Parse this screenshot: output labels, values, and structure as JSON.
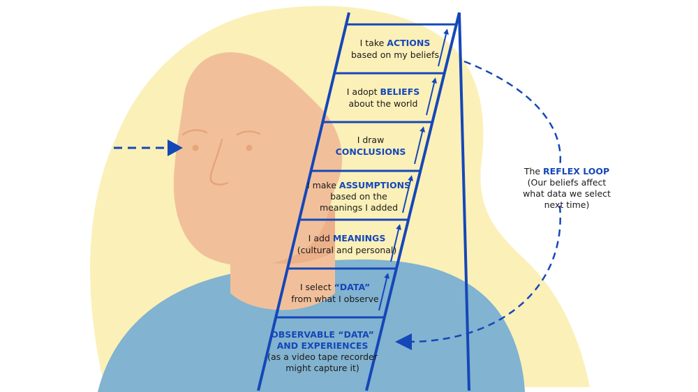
{
  "colors": {
    "hair": "#fbf0b8",
    "skin": "#f1c09b",
    "skin_line": "#e8a47c",
    "shirt": "#82b3d0",
    "ladder": "#1547b8",
    "keyword": "#1547b8",
    "text": "#1a1a1a"
  },
  "steps": [
    {
      "prefix": "I take ",
      "keyword": "ACTIONS",
      "line2": "based on my beliefs",
      "line3": ""
    },
    {
      "prefix": "I adopt ",
      "keyword": "BELIEFS",
      "line2": "about the world",
      "line3": ""
    },
    {
      "prefix": "I draw",
      "keyword": "",
      "line2_keyword": "CONCLUSIONS",
      "line3": ""
    },
    {
      "prefix": "I make ",
      "keyword": "ASSUMPTIONS",
      "line2": "based on the",
      "line3": "meanings I added"
    },
    {
      "prefix": "I add ",
      "keyword": "MEANINGS",
      "line2": "(cultural and personal)",
      "line3": ""
    },
    {
      "prefix": "I select ",
      "keyword": "“DATA”",
      "line2": "from what I observe",
      "line3": ""
    }
  ],
  "observable": {
    "line1": "OBSERVABLE “DATA”",
    "line2": "AND EXPERIENCES",
    "line3": "(as a video tape recorder",
    "line4": "might capture it)"
  },
  "reflex_loop": {
    "prefix": "The ",
    "keyword": "REFLEX LOOP",
    "line2": "(Our beliefs affect",
    "line3": "what data we select",
    "line4": "next time)"
  },
  "icons": [
    "eye-arrow-icon",
    "step-arrow-icon",
    "loop-arrow-icon"
  ]
}
